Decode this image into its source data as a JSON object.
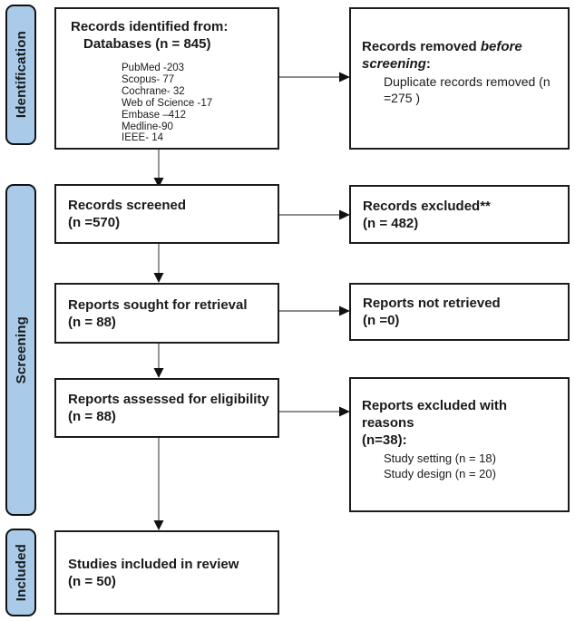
{
  "colors": {
    "sidebar_fill": "#a9cbe9",
    "box_border": "#1c1c1c",
    "arrow_line": "#686868",
    "arrow_head": "#111111"
  },
  "sidebar": {
    "stages": [
      {
        "label": "Identification"
      },
      {
        "label": "Screening"
      },
      {
        "label": "Included"
      }
    ]
  },
  "flow": {
    "identified": {
      "title_line1": "Records identified from:",
      "title_line2": "Databases (n = 845)",
      "sources": [
        "PubMed -203",
        "Scopus- 77",
        "Cochrane- 32",
        "Web of Science -17",
        "Embase –412",
        "Medline-90",
        "IEEE- 14"
      ]
    },
    "removed_before": {
      "title_prefix": "Records removed ",
      "title_italic": "before screening",
      "title_suffix": ":",
      "detail": "Duplicate records removed (n =275 )"
    },
    "screened": {
      "line1": "Records screened",
      "line2": "(n =570)"
    },
    "excluded": {
      "line1": "Records excluded**",
      "line2": "(n = 482)"
    },
    "sought": {
      "line1": "Reports sought for retrieval",
      "line2": "(n = 88)"
    },
    "not_retrieved": {
      "line1": "Reports not retrieved",
      "line2": "(n =0)"
    },
    "assessed": {
      "line1": "Reports assessed for eligibility",
      "line2": "(n = 88)"
    },
    "excluded_reasons": {
      "title_line1": "Reports excluded with reasons",
      "title_line2": "(n=38):",
      "reasons": [
        "Study setting (n = 18)",
        "Study design (n = 20)"
      ]
    },
    "included": {
      "line1": "Studies included in review",
      "line2": "(n = 50)"
    }
  }
}
